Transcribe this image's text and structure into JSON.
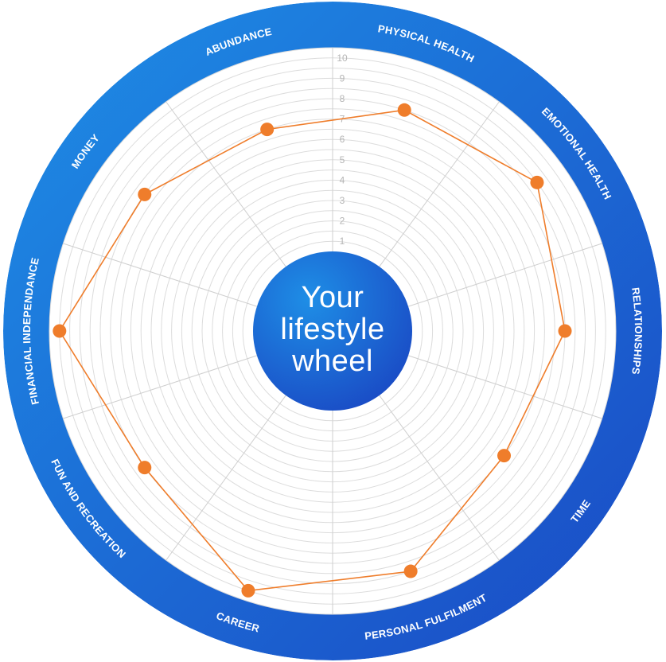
{
  "center_title": {
    "line1": "Your",
    "line2": "lifestyle",
    "line3": "wheel"
  },
  "colors": {
    "ring_light": "#1e8ee6",
    "ring_dark": "#1a49c4",
    "grid": "#dcdcdc",
    "spoke": "#cfcfcf",
    "tick": "#b5b5b5",
    "series": "#ef7d2b",
    "label": "#ffffff"
  },
  "chart_data": {
    "type": "radar",
    "title": "",
    "rlim": [
      0,
      10
    ],
    "scale_ticks": [
      "1",
      "2",
      "3",
      "4",
      "5",
      "6",
      "7",
      "8",
      "9",
      "10"
    ],
    "grid": true,
    "categories": [
      "PHYSICAL HEALTH",
      "EMOTIONAL HEALTH",
      "RELATIONSHIPS",
      "TIME",
      "PERSONAL FULFILMENT",
      "CAREER",
      "FUN AND RECREATION",
      "FINANCIAL INDEPENDANCE",
      "MONEY",
      "ABUNDANCE"
    ],
    "series": [
      {
        "values": [
          8,
          9,
          8,
          7,
          9,
          10,
          8,
          10,
          8,
          7
        ]
      }
    ]
  }
}
